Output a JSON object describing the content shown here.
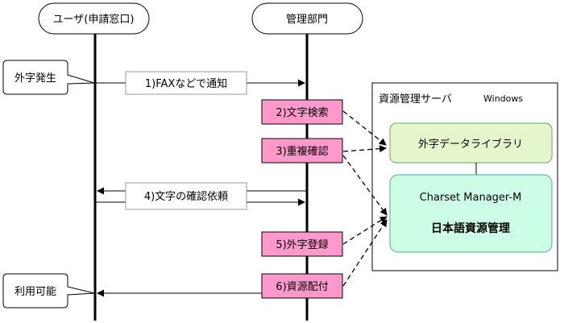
{
  "actors": {
    "user": "ユーザ(申請窓口)",
    "admin": "管理部門"
  },
  "callouts": {
    "gaiji_hassei": "外字発生",
    "riyou_kanou": "利用可能"
  },
  "messages": {
    "fax_notify": "1)FAXなどで通知",
    "confirm_request": "4)文字の確認依頼"
  },
  "steps": {
    "search": "2)文字検索",
    "duplicate_check": "3)重複確認",
    "register": "5)外字登録",
    "distribute": "6)資源配付"
  },
  "server": {
    "title": "資源管理サーバ",
    "os": "Windows",
    "library": "外字データライブラリ",
    "product_line1": "Charset Manager-M",
    "product_line2": "日本語資源管理"
  },
  "colors": {
    "step_fill": "#ff99cc",
    "library_fill": "#e6f6cc",
    "product_fill": "#ccffe6",
    "library_stroke": "#66aa66",
    "product_stroke": "#55aa88"
  }
}
